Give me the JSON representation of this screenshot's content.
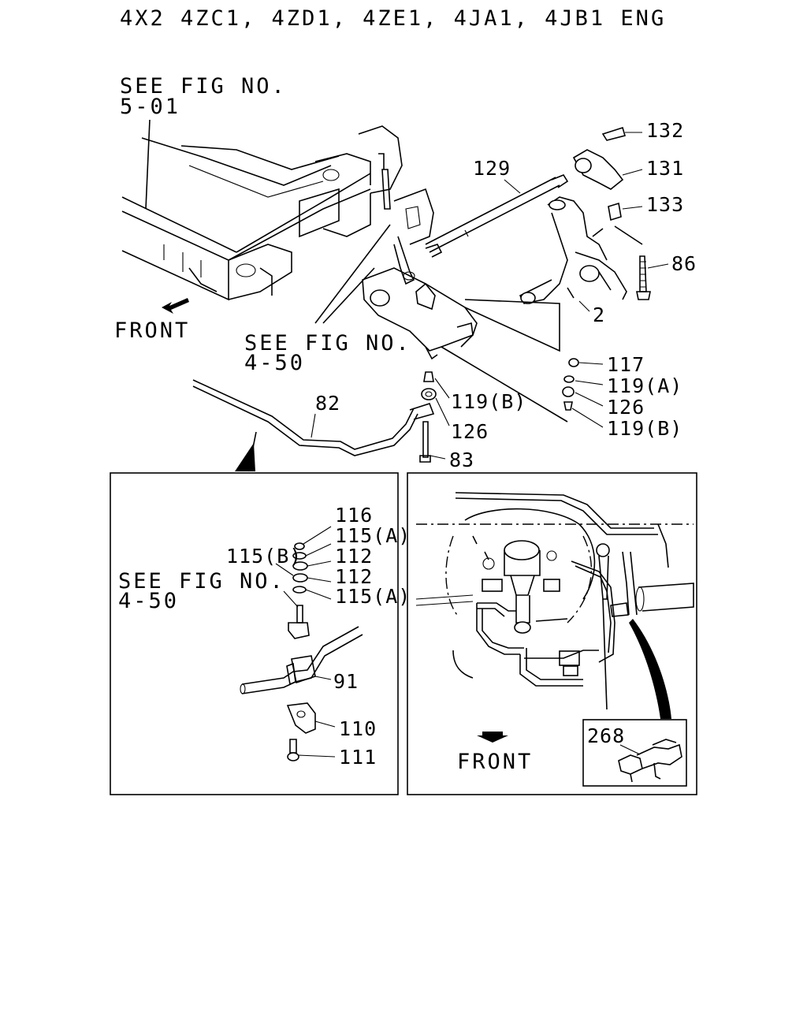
{
  "header": {
    "title": "4X2  4ZC1, 4ZD1, 4ZE1, 4JA1, 4JB1  ENG"
  },
  "references": {
    "see_fig_5_01_line1": "SEE FIG NO.",
    "see_fig_5_01_line2": "5-01",
    "see_fig_4_50_line1": "SEE FIG NO.",
    "see_fig_4_50_line2": "4-50",
    "inset_see_fig_line1": "SEE FIG NO.",
    "inset_see_fig_line2": "4-50"
  },
  "direction": {
    "front_main": "FRONT",
    "front_inset": "FRONT"
  },
  "callouts": {
    "p132": "132",
    "p131": "131",
    "p133": "133",
    "p129": "129",
    "p86": "86",
    "p2": "2",
    "p117": "117",
    "p119a": "119(A)",
    "p126r": "126",
    "p119b_r": "119(B)",
    "p82": "82",
    "p119b_l": "119(B)",
    "p126l": "126",
    "p83": "83",
    "p116": "116",
    "p115a_1": "115(A)",
    "p115b": "115(B)",
    "p112_1": "112",
    "p112_2": "112",
    "p115a_2": "115(A)",
    "p91": "91",
    "p110": "110",
    "p111": "111",
    "p268": "268"
  }
}
